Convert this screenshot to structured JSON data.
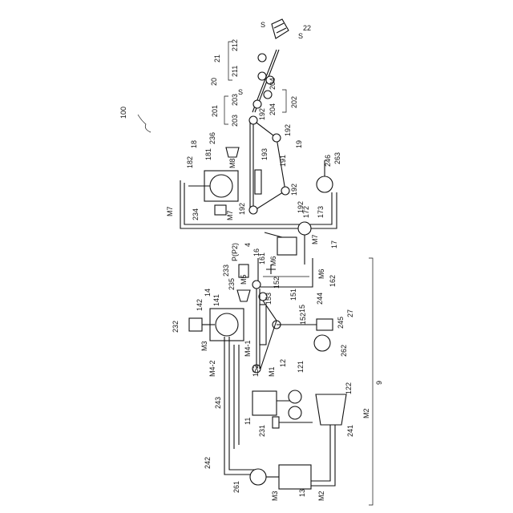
{
  "labels": {
    "100": "100",
    "9": "9",
    "11": "11",
    "12": "12",
    "121": "121",
    "122": "122",
    "13": "13",
    "14": "14",
    "141": "141",
    "142": "142",
    "15": "15",
    "151": "151",
    "152a": "152",
    "152b": "152",
    "152c": "152",
    "153": "153",
    "16": "16",
    "161": "161",
    "162": "162",
    "17": "17",
    "172": "172",
    "173": "173",
    "18": "18",
    "181": "181",
    "182": "182",
    "19": "19",
    "191": "191",
    "192a": "192",
    "192b": "192",
    "192c": "192",
    "192d": "192",
    "192e": "192",
    "193": "193",
    "20": "20",
    "201": "201",
    "202": "202",
    "203a": "203",
    "203b": "203",
    "204a": "204",
    "204b": "204",
    "21": "21",
    "211": "211",
    "212": "212",
    "22": "22",
    "231": "231",
    "232": "232",
    "233": "233",
    "234": "234",
    "235": "235",
    "236": "236",
    "241": "241",
    "242": "242",
    "243": "243",
    "244": "244",
    "245": "245",
    "246": "246",
    "261": "261",
    "262": "262",
    "263": "263",
    "27": "27",
    "4": "4",
    "M1": "M1",
    "M2a": "M2",
    "M2b": "M2",
    "M3a": "M3",
    "M3b": "M3",
    "M4-1": "M4-1",
    "M4-2": "M4-2",
    "M5": "M5",
    "M6a": "M6",
    "M6b": "M6",
    "M7a": "M7",
    "M7b": "M7",
    "M7c": "M7",
    "M8": "M8",
    "S1": "S",
    "S2": "S",
    "S3": "S",
    "P2": "P(P2)"
  }
}
